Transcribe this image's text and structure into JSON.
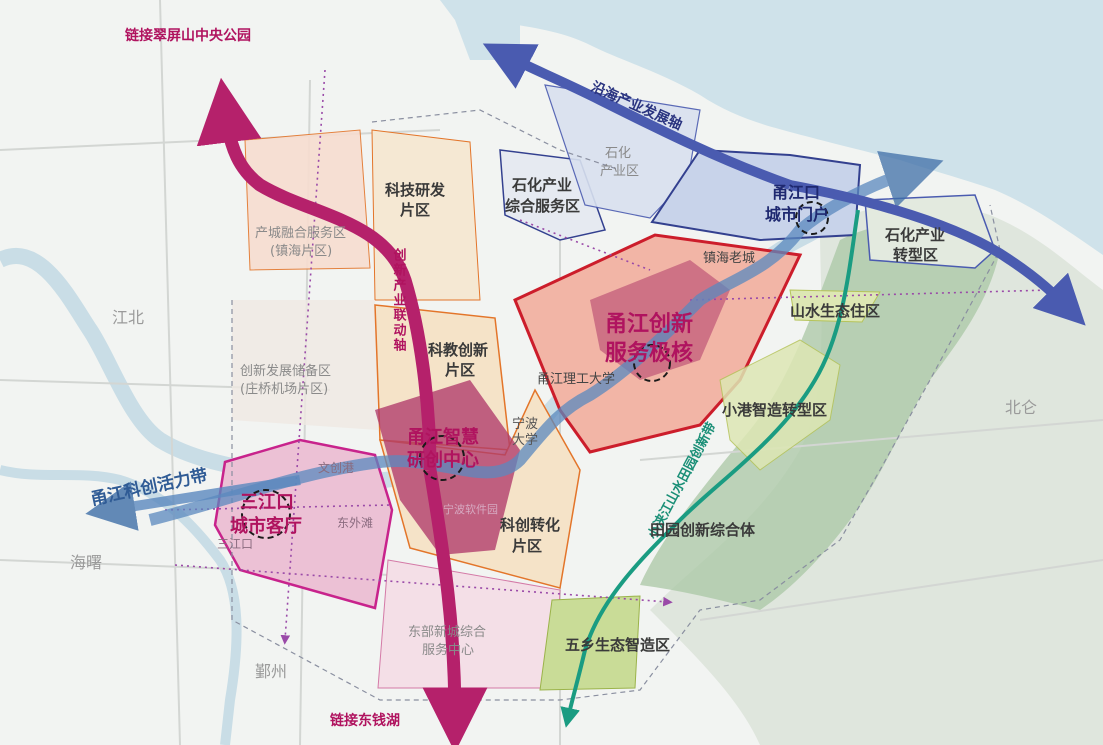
{
  "axes": {
    "north_south": {
      "label": "创新产业联动轴",
      "north_end": "链接翠屏山中央公园",
      "south_end": "链接东钱湖"
    },
    "coastal": {
      "label": "沿海产业发展轴"
    },
    "river_belt": {
      "label": "甬江科创活力带"
    },
    "green_belt": {
      "label": "小浃江山水田园创新带"
    }
  },
  "nodes": {
    "yongjiang_innovation": {
      "line1": "甬江创新",
      "line2": "服务极核"
    },
    "smart_research": {
      "line1": "甬江智慧",
      "line2": "研创中心"
    },
    "sanjiangkou": {
      "line1": "三江口",
      "line2": "城市客厅"
    },
    "yongjiangkou": {
      "line1": "甬江口",
      "line2": "城市门户"
    }
  },
  "zones": {
    "keji_yanfa": {
      "line1": "科技研发",
      "line2": "片区"
    },
    "shihua_service": {
      "line1": "石化产业",
      "line2": "综合服务区"
    },
    "shihua_industry": {
      "line1": "石化",
      "line2": "产业区"
    },
    "shihua_transform": {
      "line1": "石化产业",
      "line2": "转型区"
    },
    "chancheng": {
      "line1": "产城融合服务区",
      "line2": "(镇海片区)"
    },
    "chuangxin_reserve": {
      "line1": "创新发展储备区",
      "line2": "(庄桥机场片区)"
    },
    "kejiao": {
      "line1": "科教创新",
      "line2": "片区"
    },
    "kechuang_transform": {
      "line1": "科创转化",
      "line2": "片区"
    },
    "dongbu_service": {
      "line1": "东部新城综合",
      "line2": "服务中心"
    },
    "shanshui": {
      "label": "山水生态住区"
    },
    "xiaogang": {
      "label": "小港智造转型区"
    },
    "tianyuan": {
      "label": "田园创新综合体"
    },
    "wuxiang": {
      "label": "五乡生态智造区"
    }
  },
  "places": {
    "zhenhai_old_town": "镇海老城",
    "nit_university": "甬江理工大学",
    "ningbo_university": {
      "line1": "宁波",
      "line2": "大学"
    },
    "wenchuang_port": "文创港",
    "dongwaitan": "东外滩",
    "sanjiangkou_small": "三江口",
    "ningbo_airport_small": "宁波软件园",
    "jiangbei": "江北",
    "beilun": "北仑",
    "haishu": "海曙",
    "yinzhou": "鄞州"
  },
  "colors": {
    "magenta_axis": "#b5216b",
    "blue_axis": "#4a5bb0",
    "river_belt": "#3f6fa8",
    "green_belt": "#1a9c82",
    "core_outline": "#cc1d2b",
    "orange_outline": "#e3752a"
  }
}
